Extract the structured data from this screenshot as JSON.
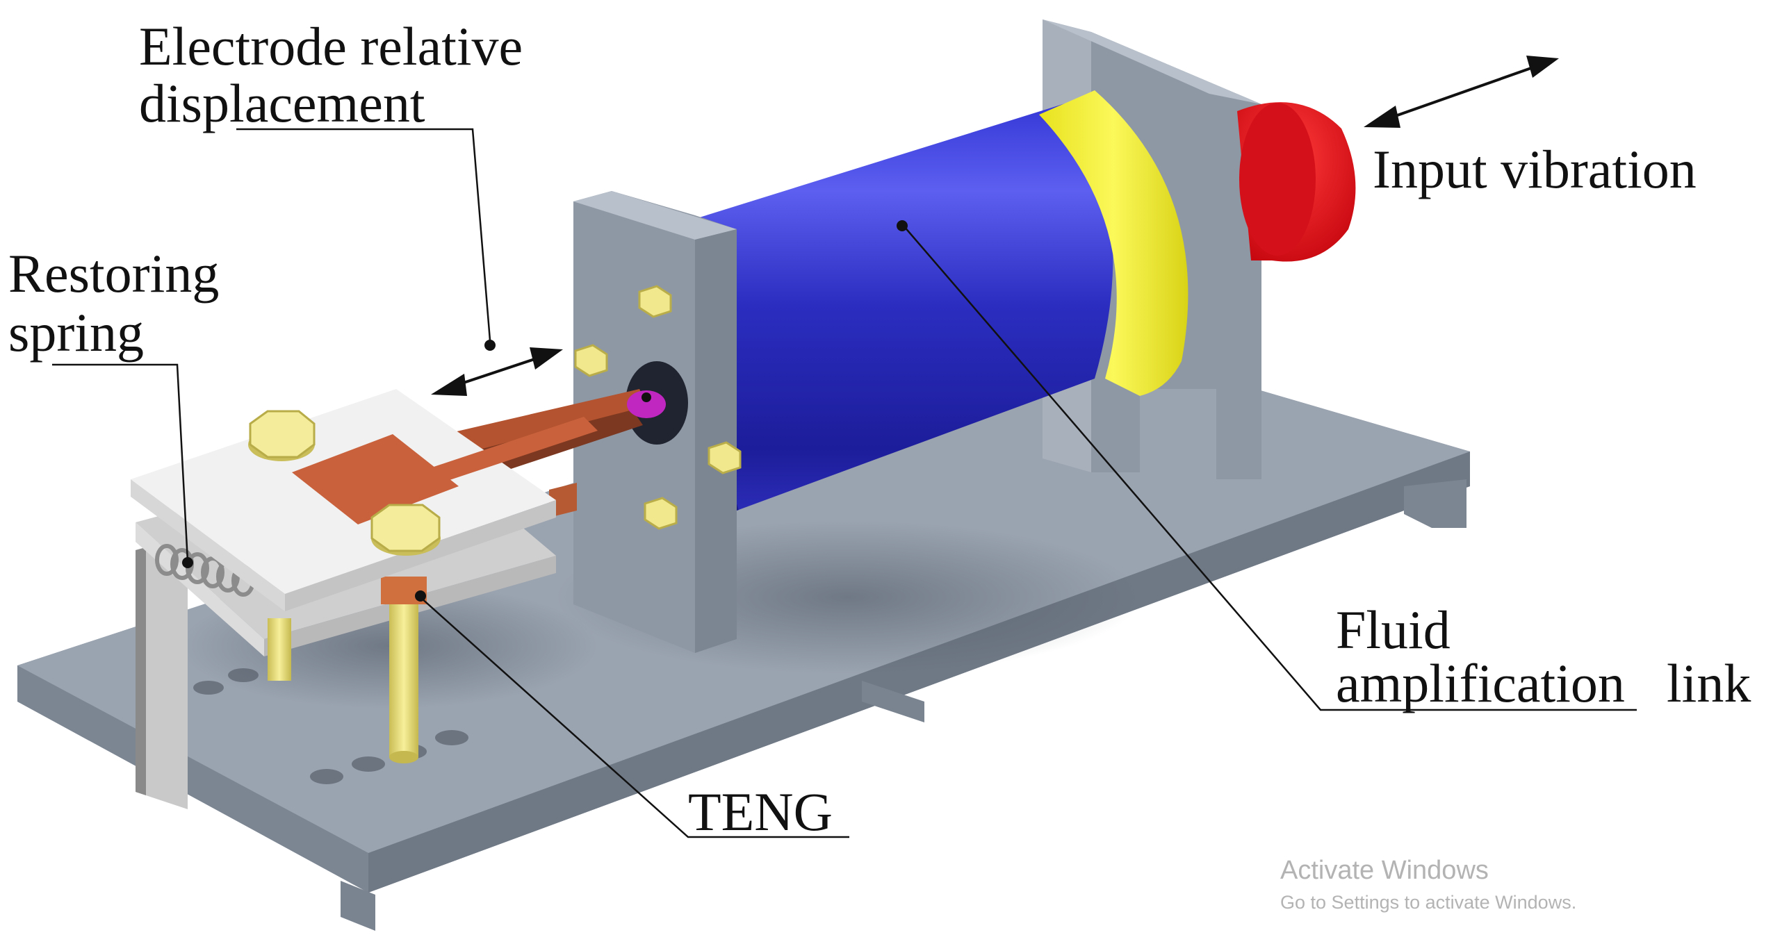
{
  "labels": {
    "electrode_line1": "Electrode relative",
    "electrode_line2": "displacement",
    "restoring_line1": "Restoring",
    "restoring_line2": "spring",
    "input_vibration": "Input vibration",
    "fluid_line1": "Fluid",
    "fluid_line2a": "amplification",
    "fluid_line2b": "link",
    "teng": "TENG"
  },
  "watermark": {
    "title": "Activate Windows",
    "subtitle": "Go to Settings to activate Windows."
  },
  "colors": {
    "base": "#8e97a4",
    "cylinder": "#2e2fc4",
    "collar": "#f2ee2a",
    "input_cap": "#e8101a",
    "electrode": "#c9603a",
    "bolt": "#efe592"
  }
}
